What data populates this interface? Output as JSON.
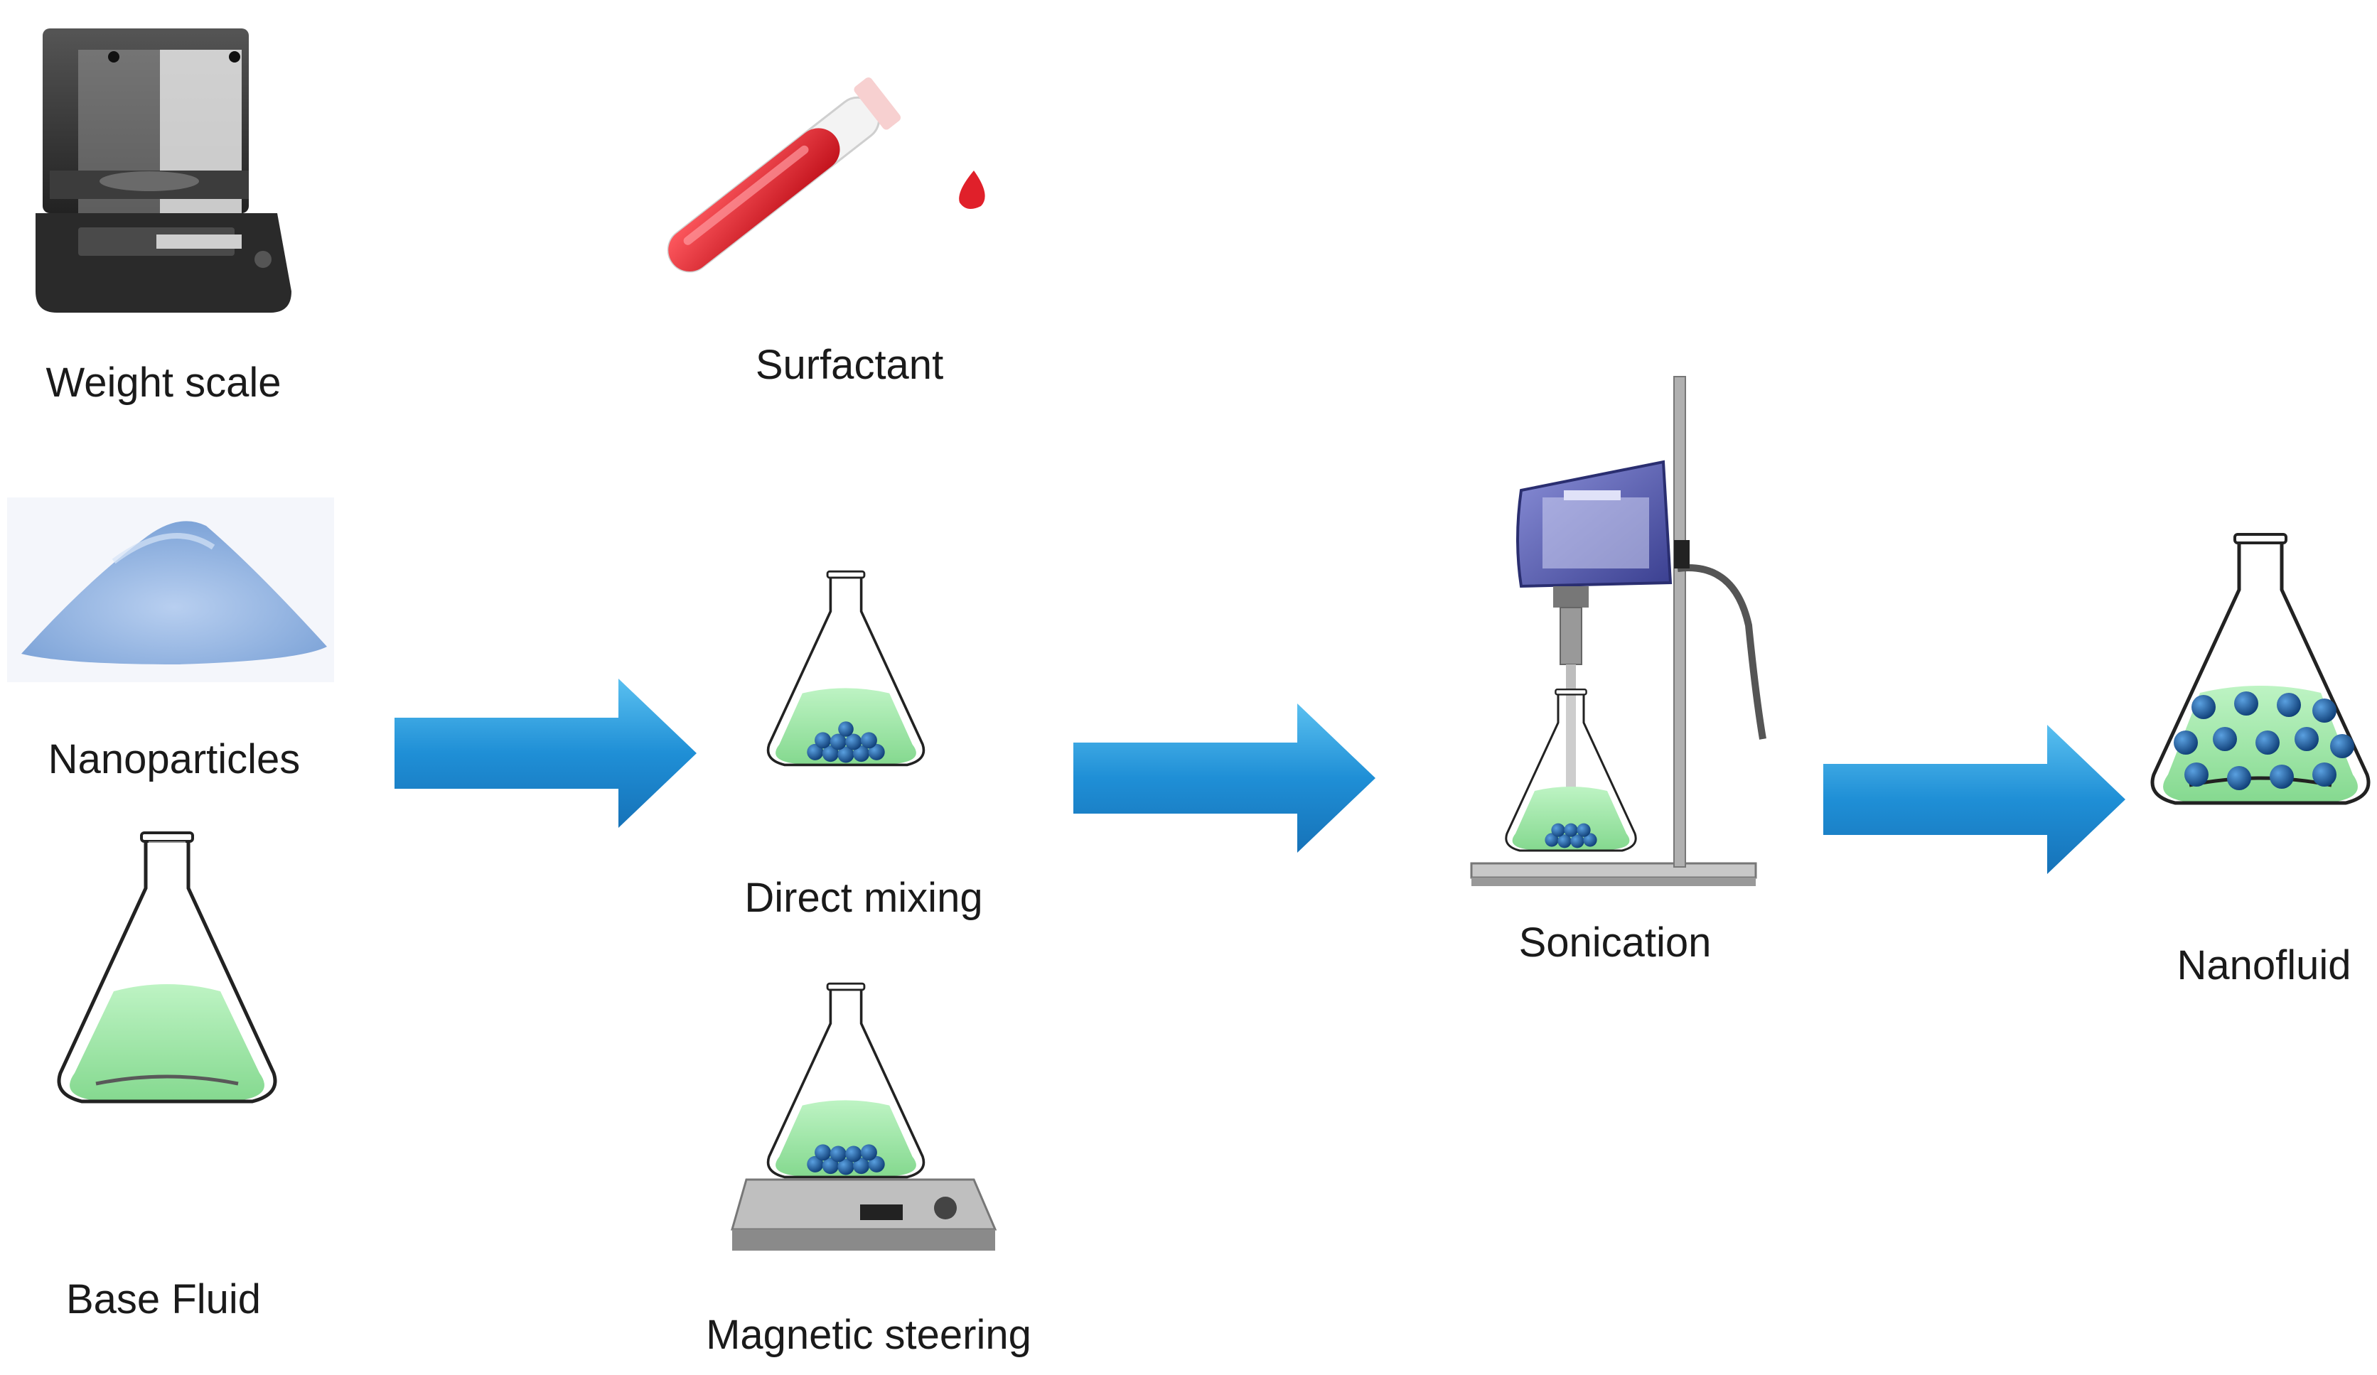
{
  "labels": {
    "weight_scale": "Weight scale",
    "surfactant": "Surfactant",
    "nanoparticles": "Nanoparticles",
    "base_fluid": "Base Fluid",
    "direct_mixing": "Direct mixing",
    "magnetic_steering": "Magnetic steering",
    "sonication": "Sonication",
    "nanofluid": "Nanofluid"
  },
  "colors": {
    "arrow": "#1f8fd6",
    "liquid": "#7fe08a",
    "particle": "#1a5fa0",
    "surfactant_red": "#e0202a",
    "powder": "#9ab8e0",
    "scale_body": "#3a3a3a",
    "sonicator_body": "#6a6fc0"
  },
  "icons": [
    "scale-icon",
    "test-tube-icon",
    "powder-icon",
    "flask-icon",
    "stirrer-icon",
    "sonicator-icon",
    "arrow-icon"
  ]
}
